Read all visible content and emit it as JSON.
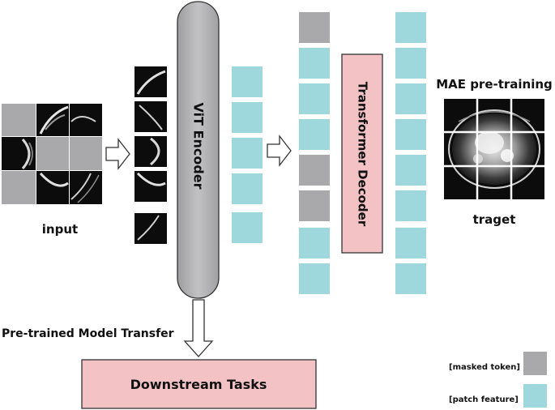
{
  "labels": {
    "input": "input",
    "encoder": "ViT Encoder",
    "decoder": "Transformer Decoder",
    "mae": "MAE pre-training",
    "target": "traget",
    "transfer": "Pre-trained Model Transfer",
    "downstream": "Downstream Tasks",
    "legend_masked": "[masked token]",
    "legend_patch": "[patch feature]"
  },
  "colors": {
    "masked_token": "#a9a9ac",
    "patch_feature": "#9fd8dc",
    "encoder_fill": "#b8b8ba",
    "decoder_fill": "#f2c2c4",
    "downstream_fill": "#f2c2c4",
    "ct_background": "#0c0c0c"
  },
  "icons": [
    "arrow-right-icon",
    "arrow-down-icon"
  ],
  "input_grid": [
    [
      "masked",
      "image",
      "image"
    ],
    [
      "image",
      "masked",
      "masked"
    ],
    [
      "masked",
      "image",
      "image"
    ]
  ],
  "decoder_input_column": [
    "masked",
    "feature",
    "feature",
    "feature",
    "masked",
    "masked",
    "feature",
    "feature"
  ],
  "decoder_output_column": [
    "feature",
    "feature",
    "feature",
    "feature",
    "feature",
    "feature",
    "feature",
    "feature"
  ]
}
